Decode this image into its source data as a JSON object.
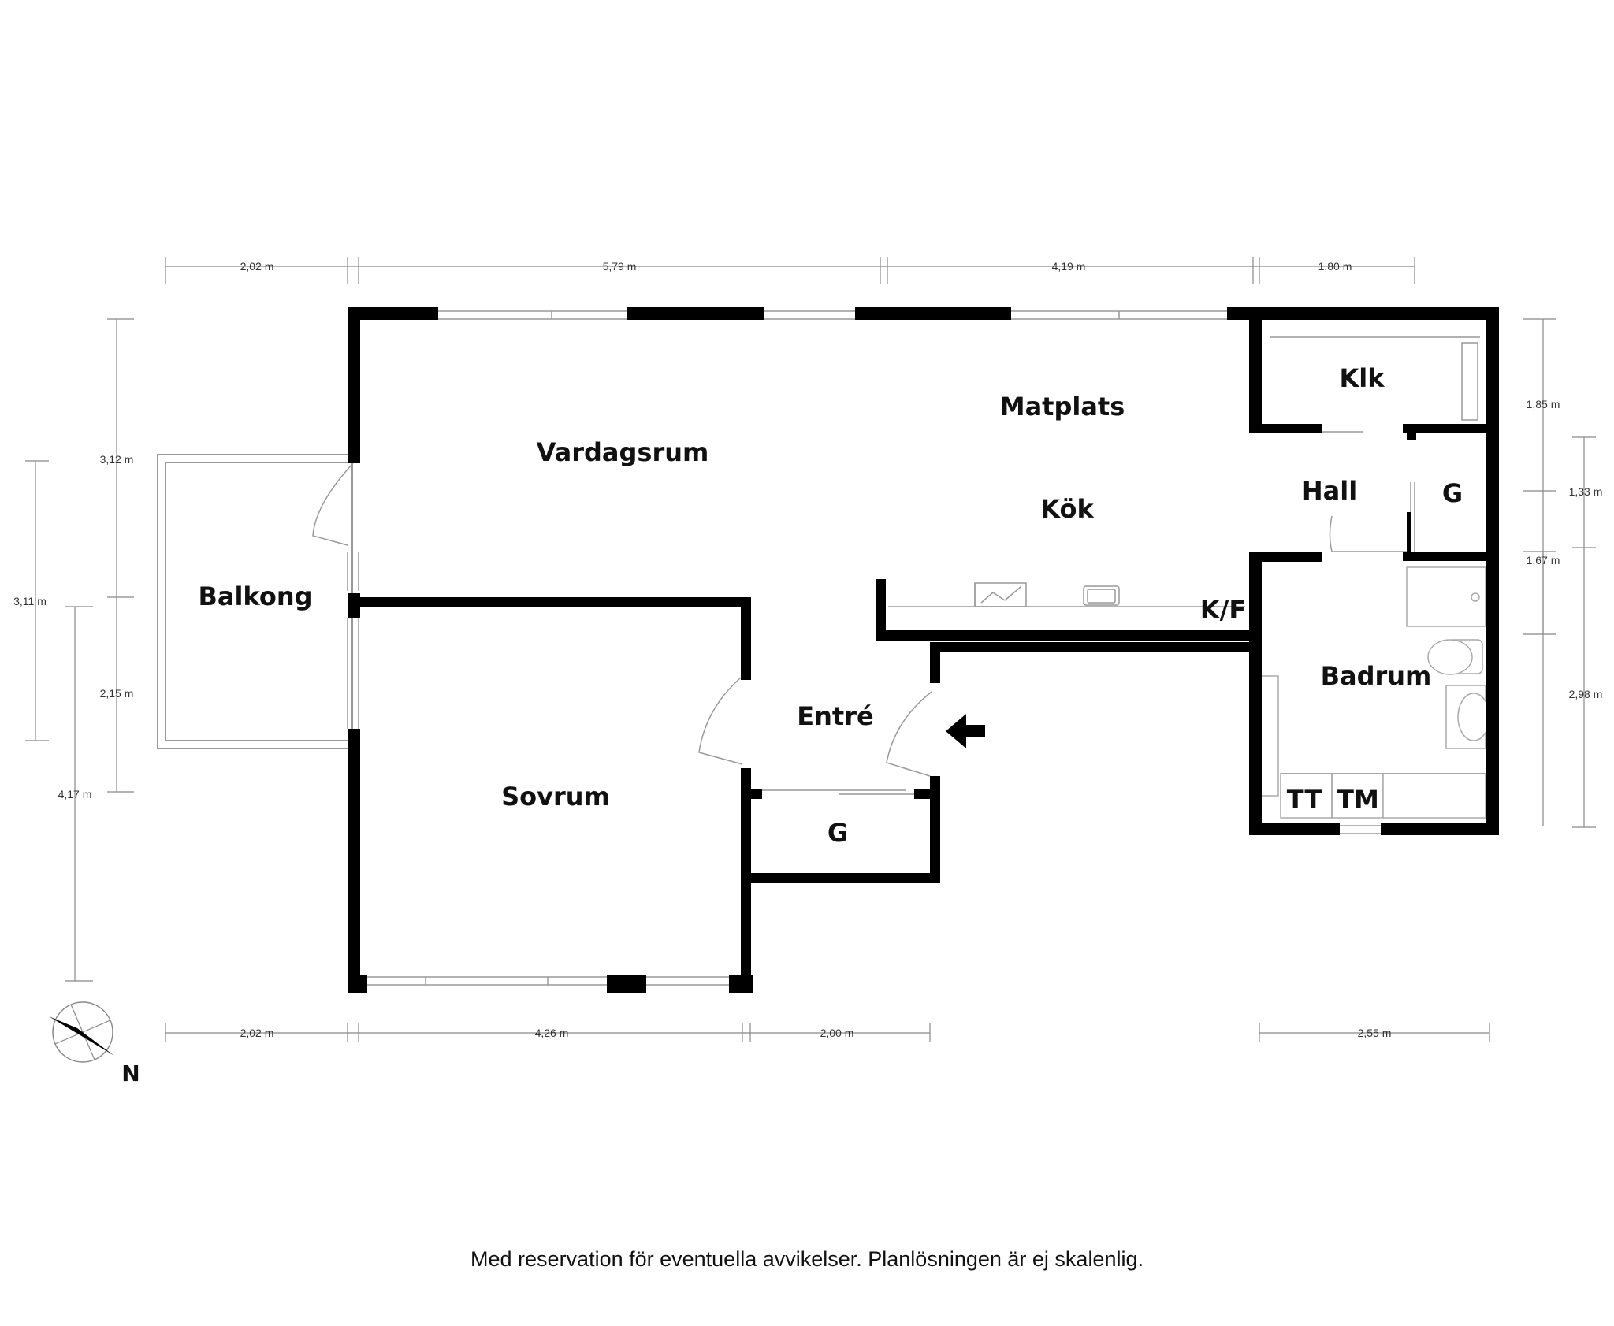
{
  "rooms": {
    "vardagsrum": "Vardagsrum",
    "matplats": "Matplats",
    "kok": "Kök",
    "klk": "Klk",
    "hall": "Hall",
    "g_hall": "G",
    "balkong": "Balkong",
    "kf": "K/F",
    "badrum": "Badrum",
    "entre": "Entré",
    "sovrum": "Sovrum",
    "g_entre": "G",
    "tt": "TT",
    "tm": "TM"
  },
  "dimensions": {
    "top": [
      "2,02 m",
      "5,79 m",
      "4,19 m",
      "1,80 m"
    ],
    "bottom": [
      "2,02 m",
      "4,26 m",
      "2,00 m",
      "2,55 m"
    ],
    "left": [
      "3,12 m",
      "3,11 m",
      "2,15 m",
      "4,17 m"
    ],
    "right": [
      "1,85 m",
      "1,33 m",
      "1,67 m",
      "2,98 m"
    ]
  },
  "compass": {
    "label": "N",
    "icon": "north-arrow-icon"
  },
  "entrance_icon": "entrance-arrow-icon",
  "disclaimer": "Med reservation för eventuella avvikelser. Planlösningen är ej skalenlig."
}
